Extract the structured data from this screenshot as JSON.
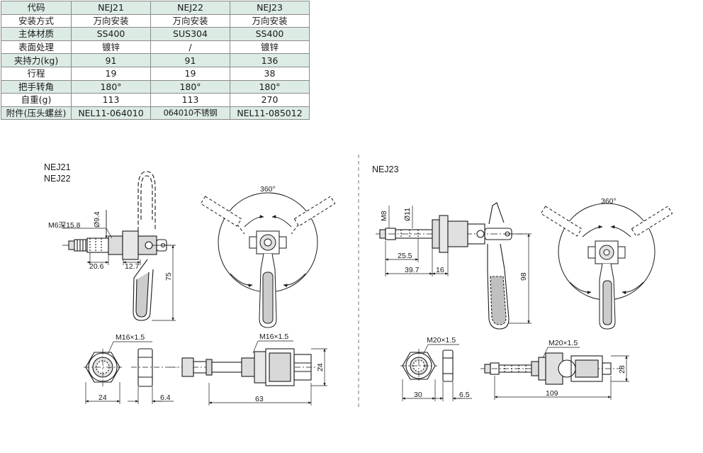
{
  "spec_table": {
    "header": [
      "代码",
      "NEJ21",
      "NEJ22",
      "NEJ23"
    ],
    "rows": [
      {
        "label": "安装方式",
        "values": [
          "万向安装",
          "万向安装",
          "万向安装"
        ]
      },
      {
        "label": "主体材质",
        "values": [
          "SS400",
          "SUS304",
          "SS400"
        ]
      },
      {
        "label": "表面处理",
        "values": [
          "镀锌",
          "/",
          "镀锌"
        ]
      },
      {
        "label": "夹持力(kg)",
        "values": [
          "91",
          "91",
          "136"
        ]
      },
      {
        "label": "行程",
        "values": [
          "19",
          "19",
          "38"
        ]
      },
      {
        "label": "把手转角",
        "values": [
          "180°",
          "180°",
          "180°"
        ]
      },
      {
        "label": "自重(g)",
        "values": [
          "113",
          "113",
          "270"
        ]
      },
      {
        "label": "附件(压头螺丝)",
        "values": [
          "NEL11-064010",
          "064010不锈钢",
          "NEL11-085012"
        ]
      }
    ]
  },
  "colors": {
    "table_shade": "#dcebe4",
    "line": "#1a1a1a",
    "part_fill": "#dcdcdc"
  },
  "left_drawing": {
    "model_line1": "NEJ21",
    "model_line2": "NEJ22",
    "dims": {
      "thread_depth": "M6深15.8",
      "dia": "Ø9.4",
      "len_a": "20.6",
      "len_b": "12.7",
      "height": "75",
      "rotation": "360°",
      "thread_front": "M16×1.5",
      "thread_side": "M16×1.5",
      "nut_width": "24",
      "nut_thick": "6.4",
      "total_len": "63",
      "body_height": "24"
    }
  },
  "right_drawing": {
    "model": "NEJ23",
    "dims": {
      "thread": "M8",
      "dia": "Ø11",
      "len_a": "25.5",
      "len_b": "39.7",
      "len_c": "16",
      "height": "98",
      "rotation": "360°",
      "thread_front": "M20×1.5",
      "thread_side": "M20×1.5",
      "nut_width": "30",
      "nut_thick": "6.5",
      "total_len": "109",
      "body_height": "28"
    }
  }
}
